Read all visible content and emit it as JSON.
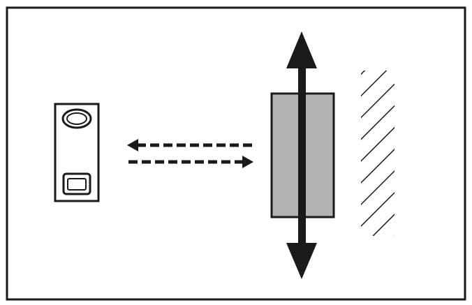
{
  "diagram": {
    "colors": {
      "background": "#ffffff",
      "stroke": "#1a1a1a",
      "object_fill": "#b3b3b3",
      "arrow_fill": "#1a1a1a"
    },
    "elements": {
      "sensor": {
        "icon": "photoelectric-sensor-icon"
      },
      "signal_emitted": {
        "icon": "dashed-arrow-right-icon",
        "style": "dashed"
      },
      "signal_reflected": {
        "icon": "dashed-arrow-left-icon",
        "style": "dashed"
      },
      "target_object": {
        "icon": "moving-object-icon"
      },
      "motion_direction": {
        "icon": "double-arrow-vertical-icon"
      },
      "background_surface": {
        "icon": "hatched-wall-icon",
        "pattern": "diagonal-hatch"
      }
    }
  }
}
